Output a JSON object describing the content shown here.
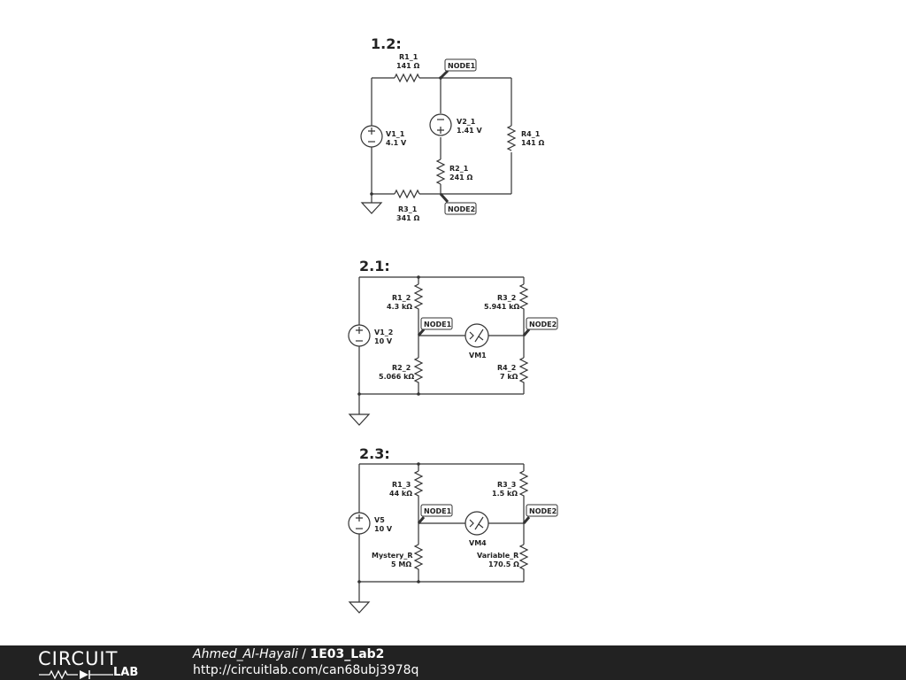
{
  "circuit_1": {
    "title": "1.2:",
    "r1": {
      "name": "R1_1",
      "value": "141 Ω"
    },
    "r2": {
      "name": "R2_1",
      "value": "241 Ω"
    },
    "r3": {
      "name": "R3_1",
      "value": "341 Ω"
    },
    "r4": {
      "name": "R4_1",
      "value": "141 Ω"
    },
    "v1": {
      "name": "V1_1",
      "value": "4.1 V"
    },
    "v2": {
      "name": "V2_1",
      "value": "1.41 V"
    },
    "node1": "NODE1",
    "node2": "NODE2"
  },
  "circuit_2": {
    "title": "2.1:",
    "r1": {
      "name": "R1_2",
      "value": "4.3 kΩ"
    },
    "r2": {
      "name": "R2_2",
      "value": "5.066 kΩ"
    },
    "r3": {
      "name": "R3_2",
      "value": "5.941 kΩ"
    },
    "r4": {
      "name": "R4_2",
      "value": "7 kΩ"
    },
    "v1": {
      "name": "V1_2",
      "value": "10 V"
    },
    "vm": "VM1",
    "node1": "NODE1",
    "node2": "NODE2"
  },
  "circuit_3": {
    "title": "2.3:",
    "r1": {
      "name": "R1_3",
      "value": "44 kΩ"
    },
    "r2": {
      "name": "Mystery_R",
      "value": "5 MΩ"
    },
    "r3": {
      "name": "R3_3",
      "value": "1.5 kΩ"
    },
    "r4": {
      "name": "Variable_R",
      "value": "170.5 Ω"
    },
    "v1": {
      "name": "V5",
      "value": "10 V"
    },
    "vm": "VM4",
    "node1": "NODE1",
    "node2": "NODE2"
  },
  "footer": {
    "logo_top": "CIRCUIT",
    "logo_bottom": "LAB",
    "author": "Ahmed_Al-Hayali",
    "separator": " / ",
    "project": "1E03_Lab2",
    "url": "http://circuitlab.com/can68ubj3978q"
  },
  "colors": {
    "footer_bg": "#222222",
    "wire": "#333333",
    "text": "#222222"
  }
}
